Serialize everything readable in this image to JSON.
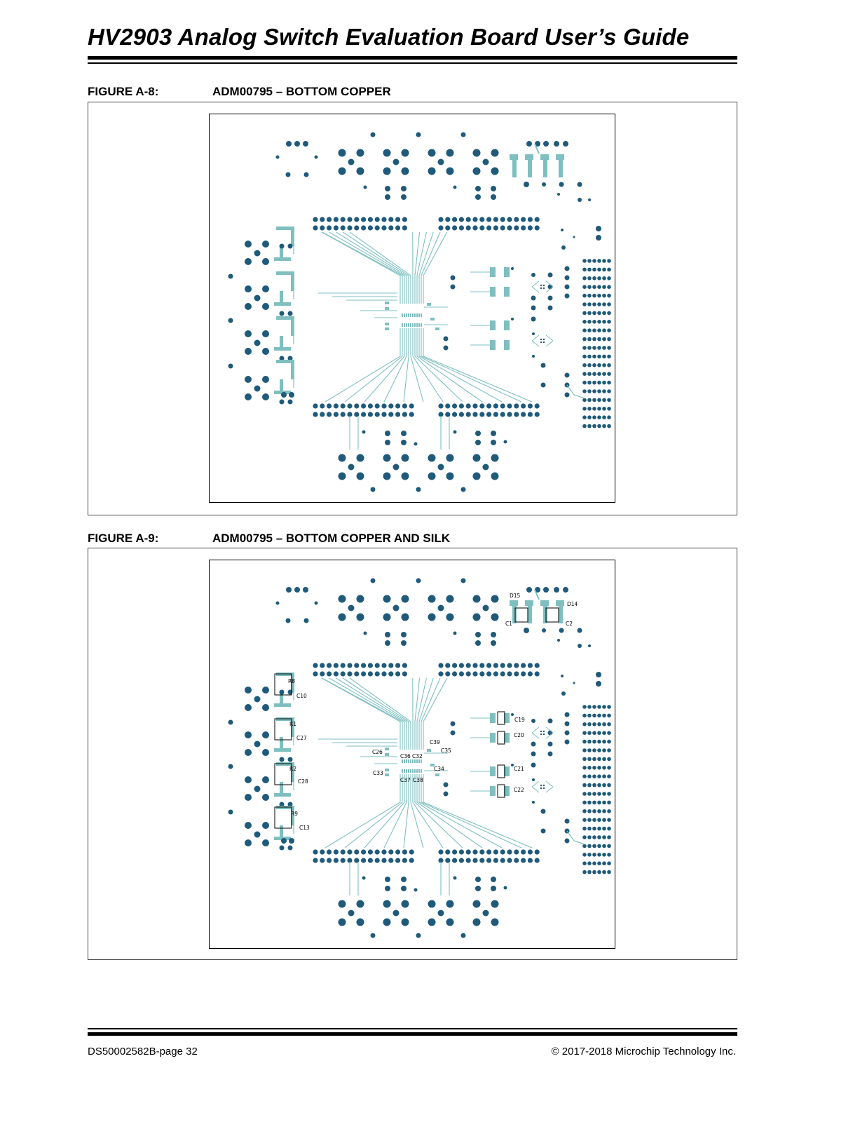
{
  "header": {
    "title": "HV2903 Analog Switch Evaluation Board User’s Guide"
  },
  "figures": [
    {
      "number": "FIGURE A-8:",
      "title": "ADM00795 – BOTTOM COPPER",
      "labels": []
    },
    {
      "number": "FIGURE A-9:",
      "title": "ADM00795 – BOTTOM COPPER AND SILK",
      "labels": [
        "D15",
        "D14",
        "C1",
        "C2",
        "R8",
        "C10",
        "R1",
        "C27",
        "R2",
        "C28",
        "R9",
        "C13",
        "C19",
        "C20",
        "C21",
        "C22",
        "C39",
        "C35",
        "C26",
        "C36",
        "C32",
        "C34",
        "C33",
        "C37",
        "C38"
      ]
    }
  ],
  "colors": {
    "pad": "#1f5a7a",
    "trace": "#7fbfc0",
    "silk": "#000000"
  },
  "footer": {
    "doc_id": "DS50002582B-page 32",
    "copyright": "© 2017-2018 Microchip Technology Inc."
  }
}
